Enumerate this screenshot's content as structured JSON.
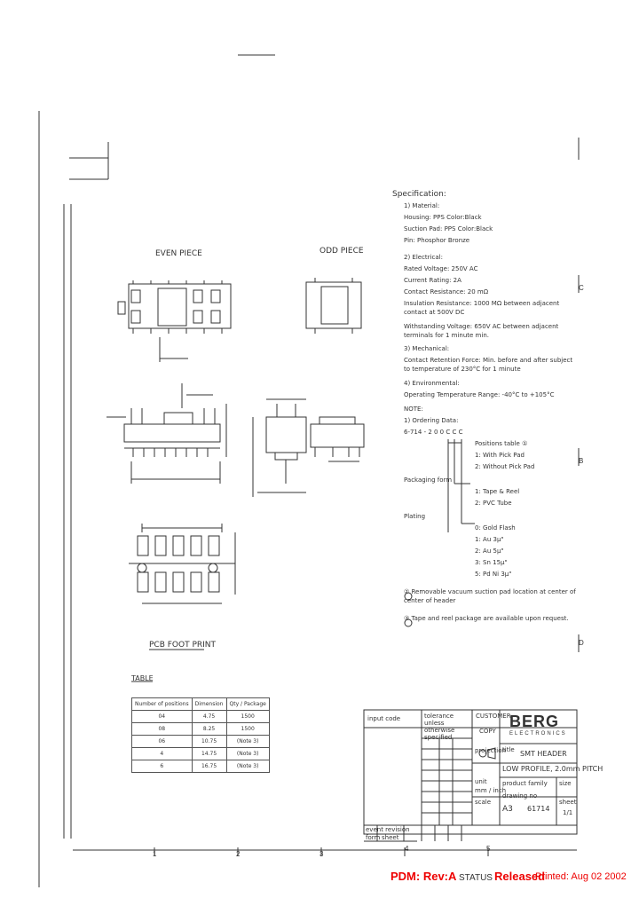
{
  "views": {
    "even_piece": "EVEN PIECE",
    "odd_piece": "ODD PIECE",
    "pcb_footprint": "PCB FOOT PRINT"
  },
  "spec": {
    "title": "Specification:",
    "lines": [
      "1) Material:",
      "Housing: PPS          Color:Black",
      "Suction Pad: PPS       Color:Black",
      "Pin: Phosphor Bronze",
      "2) Electrical:",
      "Rated Voltage: 250V AC",
      "Current Rating: 2A",
      "Contact Resistance: 20 mΩ",
      "Insulation Resistance: 1000 MΩ between adjacent",
      "                        contact at 500V DC",
      "Withstanding Voltage: 650V AC between adjacent",
      "                        terminals for 1 minute min.",
      "3) Mechanical:",
      "Contact Retention Force: Min. before and after subject",
      "                 to temperature of 230°C for 1 minute",
      "4) Environmental:",
      "Operating Temperature Range: -40°C to +105°C",
      "NOTE:",
      "1) Ordering Data:",
      "6-714 - 2 0 0 C C C",
      "Positions table ①",
      "1: With Pick Pad",
      "2: Without Pick Pad",
      "Packaging form",
      "1: Tape & Reel",
      "2: PVC Tube",
      "Plating",
      "0: Gold Flash",
      "1: Au 3μ\"",
      "2: Au 5μ\"",
      "3: Sn 15μ\"",
      "5: Pd Ni 3μ\"",
      "② Removable vacuum suction pad location at center of",
      "    center of header",
      "③ Tape and reel package are available upon request."
    ]
  },
  "table": {
    "title": "TABLE",
    "headers": [
      "Number of positions",
      "Dimension",
      "Qty / Package"
    ],
    "rows": [
      [
        "04",
        "4.75",
        "1500"
      ],
      [
        "08",
        "8.25",
        "1500"
      ],
      [
        "06",
        "10.75",
        "(Note 3)"
      ],
      [
        "4",
        "14.75",
        "(Note 3)"
      ],
      [
        "6",
        "16.75",
        "(Note 3)"
      ]
    ]
  },
  "title_block": {
    "input_code": "input code",
    "tolerance": "tolerance unless otherwise specified",
    "customer": "CUSTOMER",
    "copy": "COPY",
    "logo": "BERG",
    "logo_sub": "ELECTRONICS",
    "projection": "projection",
    "title_label": "title",
    "title_line1": "SMT HEADER",
    "title_line2": "LOW PROFILE, 2.0mm PITCH",
    "product_family": "product family",
    "drawing_no": "drawing no",
    "size": "size",
    "size_val": "A3",
    "sheet": "sheet",
    "sheet_val": "1/1",
    "scale": "scale",
    "unit": "unit",
    "unit_val": "mm / inch",
    "doc_number": "61714",
    "event": "event revision",
    "form": "form",
    "sheet_lower": "sheet"
  },
  "zones": [
    "4",
    "3",
    "2",
    "1",
    "5",
    "B",
    "C",
    "D"
  ],
  "footer": {
    "pdm": "PDM: Rev:A",
    "status": "STATUS",
    "released": "Released",
    "printed": "Printed: Aug 02 2002"
  }
}
